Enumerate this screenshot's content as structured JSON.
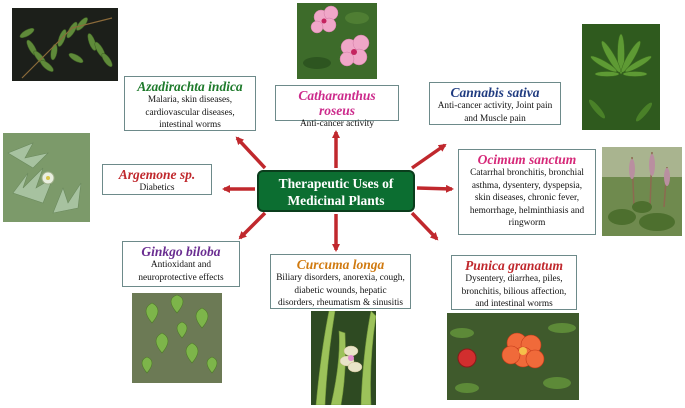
{
  "center": {
    "line1": "Therapeutic Uses of",
    "line2": "Medicinal Plants"
  },
  "colors": {
    "center_bg": "#0c6e31",
    "arrow": "#c0282d",
    "azadirachta": "#1e7a2b",
    "catharanthus": "#cc2a8b",
    "cannabis": "#1f3b80",
    "ocimum": "#d62878",
    "argemone": "#c0282d",
    "ginkgo": "#6a2d91",
    "curcuma": "#d07a10",
    "punica": "#c0282d"
  },
  "plants": {
    "azadirachta": {
      "name": "Azadirachta indica",
      "uses": [
        "Malaria, skin diseases,",
        "cardiovascular diseases,",
        "intestinal worms"
      ]
    },
    "catharanthus": {
      "name": "Catharanthus roseus",
      "uses": [
        "Anti-cancer activity"
      ]
    },
    "cannabis": {
      "name": "Cannabis sativa",
      "uses": [
        "Anti-cancer activity, Joint pain",
        "and Muscle pain"
      ]
    },
    "ocimum": {
      "name": "Ocimum sanctum",
      "uses": [
        "Catarrhal bronchitis, bronchial",
        "asthma, dysentery, dyspepsia,",
        "skin diseases, chronic fever,",
        "hemorrhage, helminthiasis and",
        "ringworm"
      ]
    },
    "argemone": {
      "name": "Argemone sp.",
      "uses": [
        "Diabetics"
      ]
    },
    "ginkgo": {
      "name": "Ginkgo biloba",
      "uses": [
        "Antioxidant and",
        "neuroprotective effects"
      ]
    },
    "curcuma": {
      "name": "Curcuma longa",
      "uses": [
        "Biliary disorders, anorexia, cough,",
        "diabetic wounds, hepatic",
        "disorders, rheumatism & sinusitis"
      ]
    },
    "punica": {
      "name": "Punica granatum",
      "uses": [
        "Dysentery, diarrhea, piles,",
        "bronchitis, bilious affection,",
        "and intestinal worms"
      ]
    }
  }
}
